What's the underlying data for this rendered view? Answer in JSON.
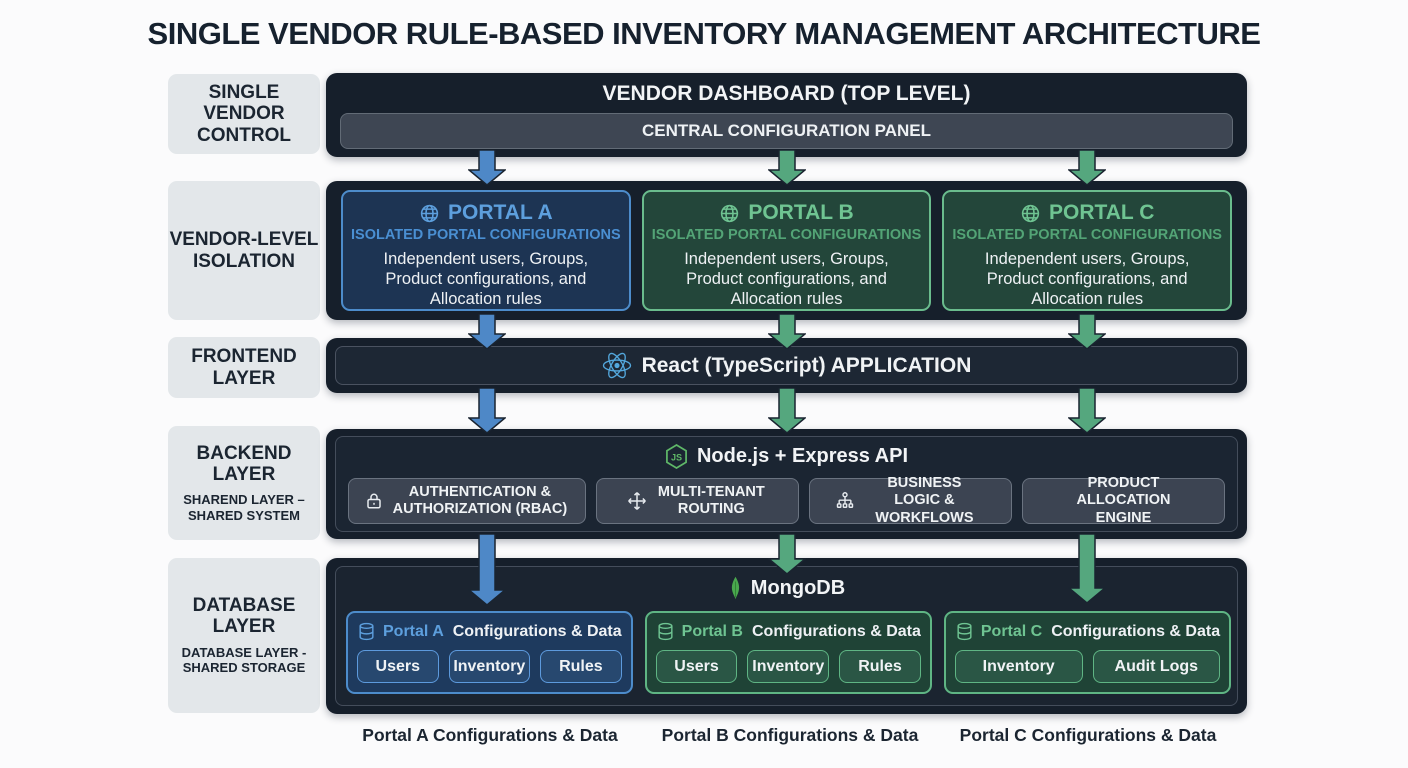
{
  "title": "SINGLE VENDOR RULE-BASED INVENTORY MANAGEMENT ARCHITECTURE",
  "sidebar": {
    "control_label": "SINGLE VENDOR CONTROL",
    "isolation_label": "VENDOR-LEVEL ISOLATION",
    "frontend_label": "FRONTEND LAYER",
    "backend_label": "BACKEND LAYER",
    "backend_sublabel": "SHAREND LAYER – SHARED SYSTEM",
    "database_label": "DATABASE LAYER",
    "database_sublabel": "DATABASE LAYER - SHARED STORAGE"
  },
  "dashboard": {
    "title": "VENDOR DASHBOARD (TOP LEVEL)",
    "config_panel": "CENTRAL CONFIGURATION PANEL"
  },
  "portals": [
    {
      "name": "PORTAL A",
      "subtitle": "ISOLATED PORTAL CONFIGURATIONS",
      "description": "Independent users, Groups, Product configurations, and Allocation rules",
      "theme": "blue"
    },
    {
      "name": "PORTAL B",
      "subtitle": "ISOLATED PORTAL CONFIGURATIONS",
      "description": "Independent users, Groups, Product configurations, and Allocation rules",
      "theme": "green"
    },
    {
      "name": "PORTAL C",
      "subtitle": "ISOLATED PORTAL CONFIGURATIONS",
      "description": "Independent users, Groups, Product configurations, and Allocation rules",
      "theme": "green"
    }
  ],
  "frontend": {
    "app_title": "React (TypeScript) APPLICATION"
  },
  "backend": {
    "api_title": "Node.js + Express API",
    "services": [
      {
        "label": "AUTHENTICATION & AUTHORIZATION (RBAC)",
        "icon": "lock-icon"
      },
      {
        "label": "MULTI-TENANT ROUTING",
        "icon": "move-icon"
      },
      {
        "label": "BUSINESS LOGIC & WORKFLOWS",
        "icon": "workflow-icon"
      },
      {
        "label": "PRODUCT ALLOCATION ENGINE",
        "icon": ""
      }
    ]
  },
  "database": {
    "db_title": "MongoDB",
    "stores": [
      {
        "portal": "Portal A",
        "suffix": "Configurations & Data",
        "collections": [
          "Users",
          "Inventory",
          "Rules"
        ],
        "theme": "blue"
      },
      {
        "portal": "Portal B",
        "suffix": "Configurations & Data",
        "collections": [
          "Users",
          "Inventory",
          "Rules"
        ],
        "theme": "green"
      },
      {
        "portal": "Portal C",
        "suffix": "Configurations & Data",
        "collections": [
          "Inventory",
          "Audit Logs"
        ],
        "theme": "green"
      }
    ]
  },
  "footer_captions": [
    "Portal A Configurations & Data",
    "Portal B Configurations & Data",
    "Portal C Configurations & Data"
  ],
  "colors": {
    "arrow_blue": "#4e88c7",
    "arrow_green": "#55a77e",
    "portal_blue": "#4d8ccb",
    "portal_green": "#6abc8d",
    "panel_bg": "#161f2b"
  }
}
